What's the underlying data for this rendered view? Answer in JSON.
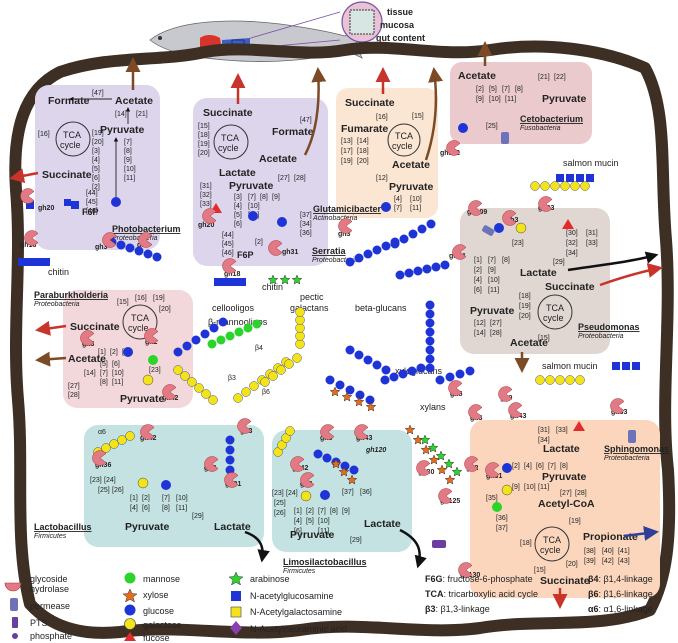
{
  "header": {
    "label_tissue": "tissue",
    "label_mucosa": "mucosa",
    "label_gut": "gut content"
  },
  "boxes": {
    "photobacterium": {
      "name": "Photobacterium",
      "phylum": "Proteobacteria",
      "formate": "Formate",
      "acetate": "Acetate",
      "tca": "TCA",
      "cycle": "cycle",
      "pyruvate": "Pyruvate",
      "succinate": "Succinate",
      "f6p": "F6P",
      "r47": "[47]",
      "r14": "[14]",
      "r21": "[21]",
      "r16": "[16]",
      "r19": "[19]",
      "r20": "[20]",
      "r3": "[3]",
      "r4": "[4]",
      "r5": "[5]",
      "r6": "[6]",
      "r2": "[2]",
      "r7": "[7]",
      "r8": "[8]",
      "r9": "[9]",
      "r10": "[10]",
      "r11": "[11]",
      "r44": "[44]",
      "r45": "[45]",
      "r46": "[46]",
      "gh20": "gh20",
      "gh18": "gh18",
      "gh3": "gh3",
      "gh9": "gh9",
      "chitin": "chitin"
    },
    "serratia": {
      "name": "Serratia",
      "phylum": "Proteobacteria",
      "succinate": "Succinate",
      "tca": "TCA",
      "cycle": "cycle",
      "formate": "Formate",
      "acetate": "Acetate",
      "lactate": "Lactate",
      "pyruvate": "Pyruvate",
      "f6p": "F6P",
      "r15": "[15]",
      "r18": "[18]",
      "r19": "[19]",
      "r20": "[20]",
      "r47": "[47]",
      "r27": "[27]",
      "r28": "[28]",
      "r31": "[31]",
      "r32": "[32]",
      "r33": "[33]",
      "r2": "[2]",
      "r3": "[3]",
      "r4": "[4]",
      "r5": "[5]",
      "r6": "[6]",
      "r7": "[7]",
      "r8": "[8]",
      "r9": "[9]",
      "r10": "[10]",
      "r11": "[11]",
      "r34": "[34]",
      "r36": "[36]",
      "r37": "[37]",
      "r44": "[44]",
      "r45": "[45]",
      "r46": "[46]",
      "gh20": "gh20",
      "gh18": "gh18",
      "gh31": "gh31",
      "chitin": "chitin"
    },
    "glutamicibacter": {
      "name": "Glutamicibacter",
      "phylum": "Actinobacteria",
      "succinate": "Succinate",
      "fumarate": "Fumarate",
      "tca": "TCA",
      "cycle": "cycle",
      "acetate": "Acetate",
      "pyruvate": "Pyruvate",
      "r16": "[16]",
      "r15": "[15]",
      "r13": "[13]",
      "r14": "[14]",
      "r17": "[17]",
      "r18": "[18]",
      "r19": "[19]",
      "r20": "[20]",
      "r12": "[12]",
      "r4": "[4]",
      "r10": "[10]",
      "r7": "[7]",
      "r11": "[11]",
      "gh3": "gh3"
    },
    "cetobacterium": {
      "name": "Cetobacterium",
      "phylum": "Fusobacteria",
      "acetate": "Acetate",
      "pyruvate": "Pyruvate",
      "r21": "[21]",
      "r22": "[22]",
      "r2": "[2]",
      "r5": "[5]",
      "r7": "[7]",
      "r8": "[8]",
      "r9": "[9]",
      "r10": "[10]",
      "r11": "[11]",
      "r25": "[25]",
      "gh112": "gh112"
    },
    "pseudomonas": {
      "name": "Pseudomonas",
      "phylum": "Proteobacteria",
      "lactate": "Lactate",
      "succinate": "Succinate",
      "pyruvate": "Pyruvate",
      "tca": "TCA",
      "cycle": "cycle",
      "acetate": "Acetate",
      "r30": "[30]",
      "r31": "[31]",
      "r32": "[32]",
      "r33": "[33]",
      "r34": "[34]",
      "r1": "[1]",
      "r2": "[2]",
      "r4": "[4]",
      "r6": "[6]",
      "r7": "[7]",
      "r8": "[8]",
      "r9": "[9]",
      "r10": "[10]",
      "r11": "[11]",
      "r12": "[12]",
      "r14": "[14]",
      "r15": "[15]",
      "r18": "[18]",
      "r19": "[19]",
      "r20": "[20]",
      "r23": "[23]",
      "r27": "[27]",
      "r28": "[28]",
      "r29": "[29]",
      "gh109": "gh109",
      "gh33": "gh33",
      "gh74": "gh74",
      "gh3": "gh3",
      "salmon_mucin": "salmon mucin"
    },
    "paraburkholderia": {
      "name": "Paraburkholderia",
      "phylum": "Proteobacteria",
      "succinate": "Succinate",
      "tca": "TCA",
      "cycle": "cycle",
      "acetate": "Acetate",
      "pyruvate": "Pyruvate",
      "r15": "[15]",
      "r16": "[16]",
      "r19": "[19]",
      "r20": "[20]",
      "r14": "[14]",
      "r27": "[27]",
      "r28": "[28]",
      "r1": "[1]",
      "r2": "[2]",
      "r4": "[4]",
      "r5": "[5]",
      "r6": "[6]",
      "r7": "[7]",
      "r8": "[8]",
      "r10": "[10]",
      "r11": "[11]",
      "r23": "[23]",
      "gh3": "gh3",
      "gh2": "gh2",
      "gh42": "gh42"
    },
    "sphingomonas": {
      "name": "Sphingomonas",
      "phylum": "Proteobacteria",
      "lactate": "Lactate",
      "pyruvate": "Pyruvate",
      "acetyl": "Acetyl-CoA",
      "tca": "TCA",
      "cycle": "cycle",
      "propionate": "Propionate",
      "succinate": "Succinate",
      "r31": "[31]",
      "r33": "[33]",
      "r34": "[34]",
      "r2": "[2]",
      "r4": "[4]",
      "r6": "[6]",
      "r7": "[7]",
      "r8": "[8]",
      "r9": "[9]",
      "r10": "[10]",
      "r11": "[11]",
      "r27": "[27]",
      "r28": "[28]",
      "r19": "[19]",
      "r18": "[18]",
      "r20": "[20]",
      "r15": "[15]",
      "r38": "[38]",
      "r39": "[39]",
      "r40": "[40]",
      "r41": "[41]",
      "r42": "[42]",
      "r43": "[43]",
      "r35": "[35]",
      "r36": "[36]",
      "r37": "[37]",
      "gh3": "gh3",
      "gh43": "gh43",
      "gh2": "gh2",
      "gh31": "gh31",
      "gh125": "gh125",
      "gh130": "gh130",
      "gh33": "gh33",
      "gh30": "gh30",
      "gh9": "gh9",
      "gh5": "gh5",
      "salmon_mucin": "salmon mucin"
    },
    "lactobacillus": {
      "name": "Lactobacillus",
      "phylum": "Firmicutes",
      "pyruvate": "Pyruvate",
      "lactate": "Lactate",
      "r23": "[23]",
      "r24": "[24]",
      "r25": "[25]",
      "r26": "[26]",
      "r1": "[1]",
      "r2": "[2]",
      "r4": "[4]",
      "r6": "[6]",
      "r7": "[7]",
      "r8": "[8]",
      "r10": "[10]",
      "r11": "[11]",
      "r29": "[29]",
      "gh36": "gh36",
      "gh42": "gh42",
      "gh3": "gh3",
      "gh2": "gh2",
      "gh31": "gh31"
    },
    "limosilactobacillus": {
      "name": "Limosilactobacillus",
      "phylum": "Firmicutes",
      "pyruvate": "Pyruvate",
      "lactate": "Lactate",
      "r23": "[23]",
      "r24": "[24]",
      "r25": "[25]",
      "r26": "[26]",
      "r1": "[1]",
      "r2": "[2]",
      "r4": "[4]",
      "r5": "[5]",
      "r7": "[7]",
      "r8": "[8]",
      "r9": "[9]",
      "r10": "[10]",
      "r6": "[6]",
      "r11": "[11]",
      "r36": "[36]",
      "r37": "[37]",
      "r29": "[29]",
      "gh3": "gh3",
      "gh42": "gh42",
      "gh43": "gh43",
      "gh120": "gh120",
      "gh2": "gh2"
    }
  },
  "substrates": {
    "cellooligos": "cellooligos",
    "mannooligos": "β-mannooligos",
    "pectic_galactans": "pectic\ngalactans",
    "beta_glucans": "beta-glucans",
    "xyloglucans": "xyloglucans",
    "xylans": "xylans",
    "b4": "β4",
    "b3": "β3",
    "b6": "β6",
    "a6": "α6"
  },
  "legend": {
    "glycoside_hydrolase": "glycoside\nhydrolase",
    "permease": "permease",
    "pts": "PTS",
    "phosphate": "phosphate",
    "mannose": "mannose",
    "xylose": "xylose",
    "glucose": "glucose",
    "galactose": "galactose",
    "fucose": "fucose",
    "arabinose": "arabinose",
    "nacglc": "N-acetylglucosamine",
    "nacgal": "N-Acetylgalactosamine",
    "nacneu": "N-Acetylneuraminic acid",
    "abbr": [
      {
        "k": "F6G",
        "v": ": fructose-6-phosphate"
      },
      {
        "k": "TCA",
        "v": ": tricarboxylic acid cycle"
      },
      {
        "k": "β3",
        "v": ": β1,3-linkage"
      }
    ],
    "links": [
      {
        "k": "β4",
        "v": ": β1,4-linkage"
      },
      {
        "k": "β6",
        "v": ": β1,6-linkage"
      },
      {
        "k": "α6",
        "v": ": α1,6-linkage"
      }
    ]
  },
  "colors": {
    "gut_wall": "#3e2f24",
    "purple_box": "#dcd5ec",
    "pink_box": "#f2d7db",
    "peach_box": "#fbe5d3",
    "rose_box": "#ebcacd",
    "gray_box": "#e1d7d2",
    "orange_box": "#fbd6bd",
    "teal_box": "#c4e2e1",
    "glucose": "#1f34d6",
    "galactose": "#f2e31a",
    "mannose": "#2bd42b",
    "fucose": "#e32b2b",
    "xylose": "#e86b1a",
    "gh": "#e27a86",
    "arrow_brown": "#7c4a24",
    "arrow_red": "#c8332b",
    "arrow_blue": "#2e3f99"
  }
}
